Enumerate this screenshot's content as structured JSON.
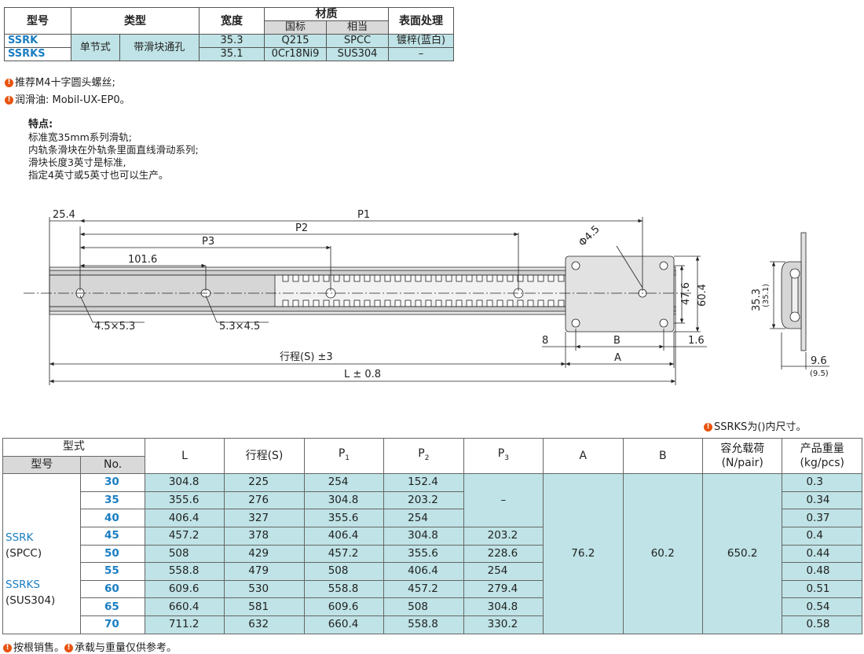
{
  "spec_table": {
    "headers": {
      "model": "型号",
      "type": "类型",
      "width": "宽度",
      "material": "材质",
      "material_gb": "国标",
      "material_eq": "相当",
      "surface": "表面处理"
    },
    "type_1": "单节式",
    "type_2": "带滑块通孔",
    "rows": [
      {
        "model": "SSRK",
        "width": "35.3",
        "gb": "Q215",
        "eq": "SPCC",
        "surface": "镀梓(蓝白)"
      },
      {
        "model": "SSRKS",
        "width": "35.1",
        "gb": "0Cr18Ni9",
        "eq": "SUS304",
        "surface": "–"
      }
    ]
  },
  "notes": [
    "推荐M4十字圆头螺丝;",
    "润滑油: Mobil-UX-EP0。"
  ],
  "features": {
    "title": "特点:",
    "lines": [
      "标准宽35mm系列滑轨;",
      "内轨条滑块在外轨条里面直线滑动系列;",
      "滑块长度3英寸是标准,",
      "指定4英寸或5英寸也可以生产。"
    ]
  },
  "drawing": {
    "labels": {
      "d254": "25.4",
      "p1": "P1",
      "p2": "P2",
      "p3": "P3",
      "d1016": "101.6",
      "phi": "Φ4.5",
      "hole1": "4.5×5.3",
      "hole2": "5.3×4.5",
      "d476": "47.6",
      "d604": "60.4",
      "d8": "8",
      "b": "B",
      "d16": "1.6",
      "a": "A",
      "stroke": "行程(S) ±3",
      "l": "L ± 0.8",
      "d353": "35.3",
      "d351": "(35.1)",
      "d96": "9.6",
      "d95": "(9.5)"
    },
    "icon": "warning-icon"
  },
  "size_note": "SSRKS为()内尺寸。",
  "main_table": {
    "headers": {
      "form": "型式",
      "model": "型号",
      "no": "No.",
      "L": "L",
      "S": "行程(S)",
      "P1": "P1",
      "P2": "P2",
      "P3": "P3",
      "A": "A",
      "B": "B",
      "load": "容允载荷",
      "load_unit": "(N/pair)",
      "weight": "产品重量",
      "weight_unit": "(kg/pcs)"
    },
    "group": {
      "m1": "SSRK",
      "m1_mat": "(SPCC)",
      "m2": "SSRKS",
      "m2_mat": "(SUS304)"
    },
    "rows": [
      {
        "no": "30",
        "L": "304.8",
        "S": "225",
        "P1": "254",
        "P2": "152.4",
        "P3": "",
        "w": "0.3"
      },
      {
        "no": "35",
        "L": "355.6",
        "S": "276",
        "P1": "304.8",
        "P2": "203.2",
        "P3": "",
        "w": "0.34"
      },
      {
        "no": "40",
        "L": "406.4",
        "S": "327",
        "P1": "355.6",
        "P2": "254",
        "P3": "",
        "w": "0.37"
      },
      {
        "no": "45",
        "L": "457.2",
        "S": "378",
        "P1": "406.4",
        "P2": "304.8",
        "P3": "203.2",
        "w": "0.4"
      },
      {
        "no": "50",
        "L": "508",
        "S": "429",
        "P1": "457.2",
        "P2": "355.6",
        "P3": "228.6",
        "w": "0.44"
      },
      {
        "no": "55",
        "L": "558.8",
        "S": "479",
        "P1": "508",
        "P2": "406.4",
        "P3": "254",
        "w": "0.48"
      },
      {
        "no": "60",
        "L": "609.6",
        "S": "530",
        "P1": "558.8",
        "P2": "457.2",
        "P3": "279.4",
        "w": "0.51"
      },
      {
        "no": "65",
        "L": "660.4",
        "S": "581",
        "P1": "609.6",
        "P2": "508",
        "P3": "304.8",
        "w": "0.54"
      },
      {
        "no": "70",
        "L": "711.2",
        "S": "632",
        "P1": "660.4",
        "P2": "558.8",
        "P3": "330.2",
        "w": "0.58"
      }
    ],
    "p3_dash": "–",
    "A": "76.2",
    "B": "60.2",
    "load": "650.2"
  },
  "footer_notes": [
    "按根销售。",
    "承载与重量仅供参考。"
  ]
}
